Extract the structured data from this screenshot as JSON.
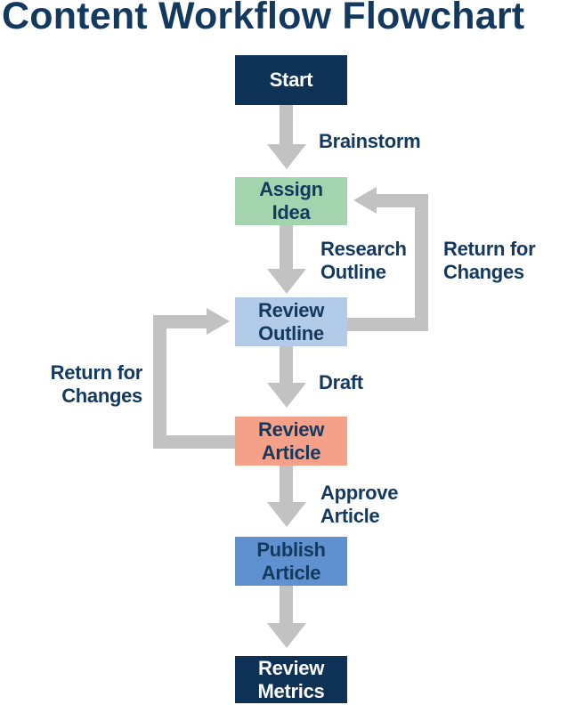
{
  "title": "Content Workflow Flowchart",
  "colors": {
    "navy_box": "#0e3256",
    "text_navy": "#14395e",
    "green": "#a4d4ae",
    "light_blue": "#b2cbe9",
    "salmon": "#f5a088",
    "mid_blue": "#5f90cf",
    "arrow_gray": "#c2c2c2",
    "white": "#ffffff"
  },
  "nodes": {
    "start": {
      "label": "Start"
    },
    "assign_idea": {
      "label": "Assign\nIdea"
    },
    "review_outline": {
      "label": "Review\nOutline"
    },
    "review_article": {
      "label": "Review\nArticle"
    },
    "publish_article": {
      "label": "Publish\nArticle"
    },
    "review_metrics": {
      "label": "Review\nMetrics"
    }
  },
  "edge_labels": {
    "brainstorm": "Brainstorm",
    "research_outline": "Research\nOutline",
    "return_for_changes_right": "Return for\nChanges",
    "draft": "Draft",
    "return_for_changes_left": "Return for\nChanges",
    "approve_article": "Approve\nArticle"
  }
}
